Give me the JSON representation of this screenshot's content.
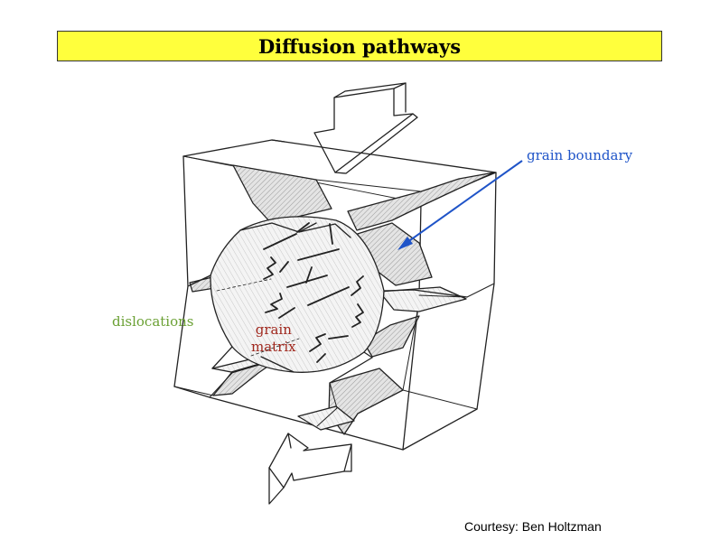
{
  "title": "Diffusion pathways",
  "labels": {
    "grain_boundary": "grain boundary",
    "dislocations": "dislocations",
    "grain_matrix_line1": "grain",
    "grain_matrix_line2": "matrix"
  },
  "credit": "Courtesy: Ben Holtzman",
  "colors": {
    "title_bg": "#ffff3c",
    "grain_boundary": "#1f54c8",
    "dislocations": "#6aa033",
    "grain_matrix": "#a0281e"
  }
}
